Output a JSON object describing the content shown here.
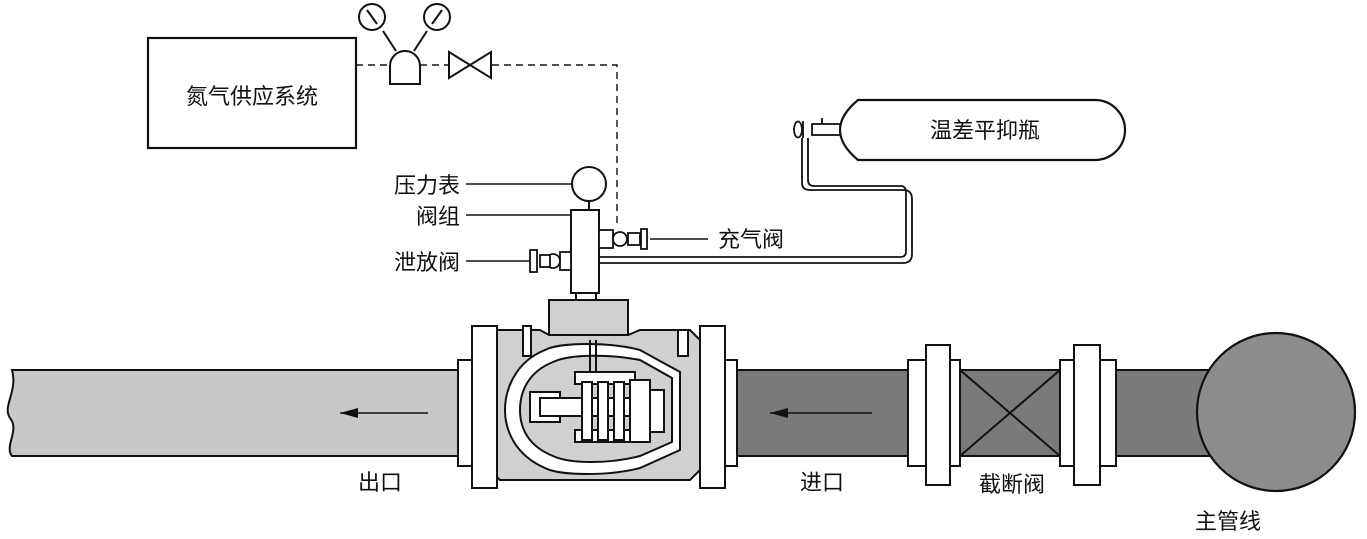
{
  "labels": {
    "nitrogen_system": "氮气供应系统",
    "temp_bottle": "温差平抑瓶",
    "pressure_gauge": "压力表",
    "valve_group": "阀组",
    "charge_valve": "充气阀",
    "relief_valve": "泄放阀",
    "outlet": "出口",
    "inlet": "进口",
    "block_valve": "截断阀",
    "main_line": "主管线"
  },
  "colors": {
    "line": "#111111",
    "outlet_pipe": "#c8c8c8",
    "inlet_pipe": "#7a7a7a",
    "valve_body": "#d0d0d0",
    "main_line": "#8c8c8c",
    "flange": "#ffffff",
    "background": "#ffffff"
  }
}
